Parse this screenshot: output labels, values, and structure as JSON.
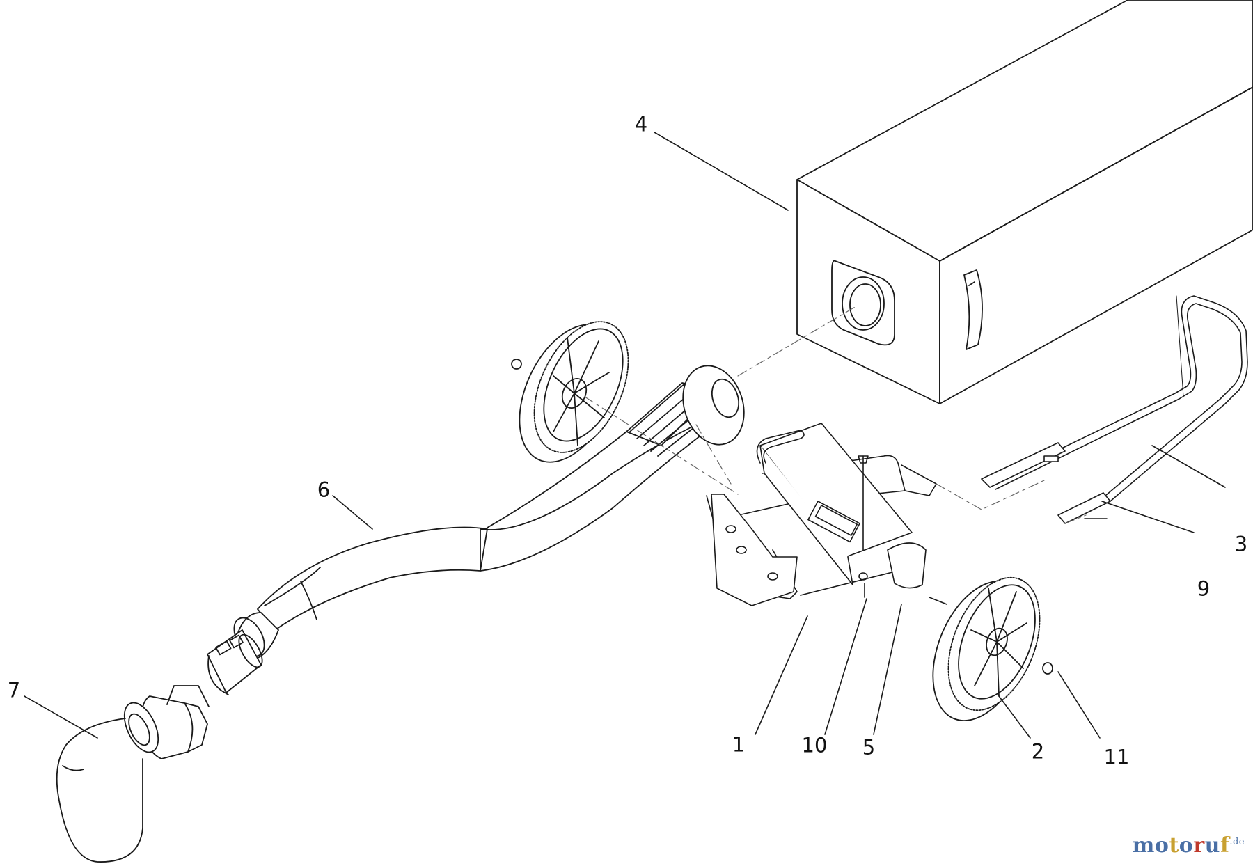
{
  "callouts": [
    {
      "id": "1",
      "label": "1"
    },
    {
      "id": "2",
      "label": "2"
    },
    {
      "id": "3",
      "label": "3"
    },
    {
      "id": "4",
      "label": "4"
    },
    {
      "id": "5",
      "label": "5"
    },
    {
      "id": "6",
      "label": "6"
    },
    {
      "id": "7",
      "label": "7"
    },
    {
      "id": "9",
      "label": "9"
    },
    {
      "id": "10",
      "label": "10"
    },
    {
      "id": "11",
      "label": "11"
    }
  ],
  "watermark": {
    "brand": "motoruf",
    "tld": ".de"
  },
  "colors": {
    "line": "#1a1a1a",
    "fill": "#ffffff",
    "brand_a": "#4a6fa5",
    "brand_b": "#c8a030",
    "brand_c": "#c0392b"
  }
}
